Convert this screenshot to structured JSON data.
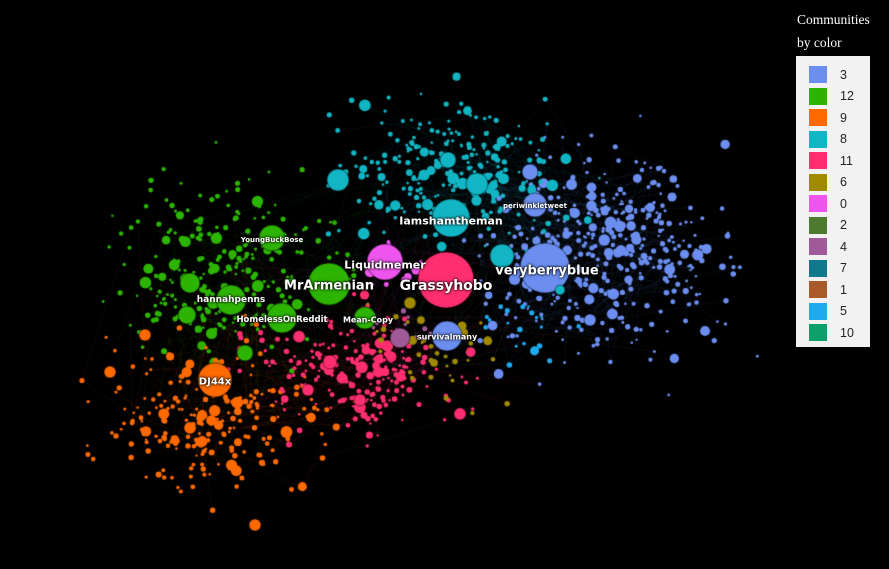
{
  "legend": {
    "title_line1": "Communities",
    "title_line2": "by color",
    "items": [
      {
        "label": "3",
        "color": "#6b8ef0"
      },
      {
        "label": "12",
        "color": "#2db400"
      },
      {
        "label": "9",
        "color": "#ff6a00"
      },
      {
        "label": "8",
        "color": "#12b5c4"
      },
      {
        "label": "11",
        "color": "#ff2e70"
      },
      {
        "label": "6",
        "color": "#a08a00"
      },
      {
        "label": "0",
        "color": "#ee55ee"
      },
      {
        "label": "2",
        "color": "#4e7a30"
      },
      {
        "label": "4",
        "color": "#a05a9a"
      },
      {
        "label": "7",
        "color": "#107a8c"
      },
      {
        "label": "1",
        "color": "#a85a2a"
      },
      {
        "label": "5",
        "color": "#1faaf0"
      },
      {
        "label": "10",
        "color": "#0ea06a"
      }
    ]
  },
  "nodes": {
    "grassyhobo": "Grassyhobo",
    "veryberryblue": "veryberryblue",
    "mrarmenian": "MrArmenian",
    "liquidmemer": "Liquidmemer",
    "iamshamtheman": "Iamshamtheman",
    "dj44x": "DJ44x",
    "hannahpenns": "hannahpenns",
    "homelessonreddit": "HomelessOnReddit",
    "youngbuckbose": "YoungBuckBose",
    "meancopy": "Mean-Copy",
    "survivalmany": "survivalmany",
    "periwinkletweet": "periwinkletweet"
  }
}
